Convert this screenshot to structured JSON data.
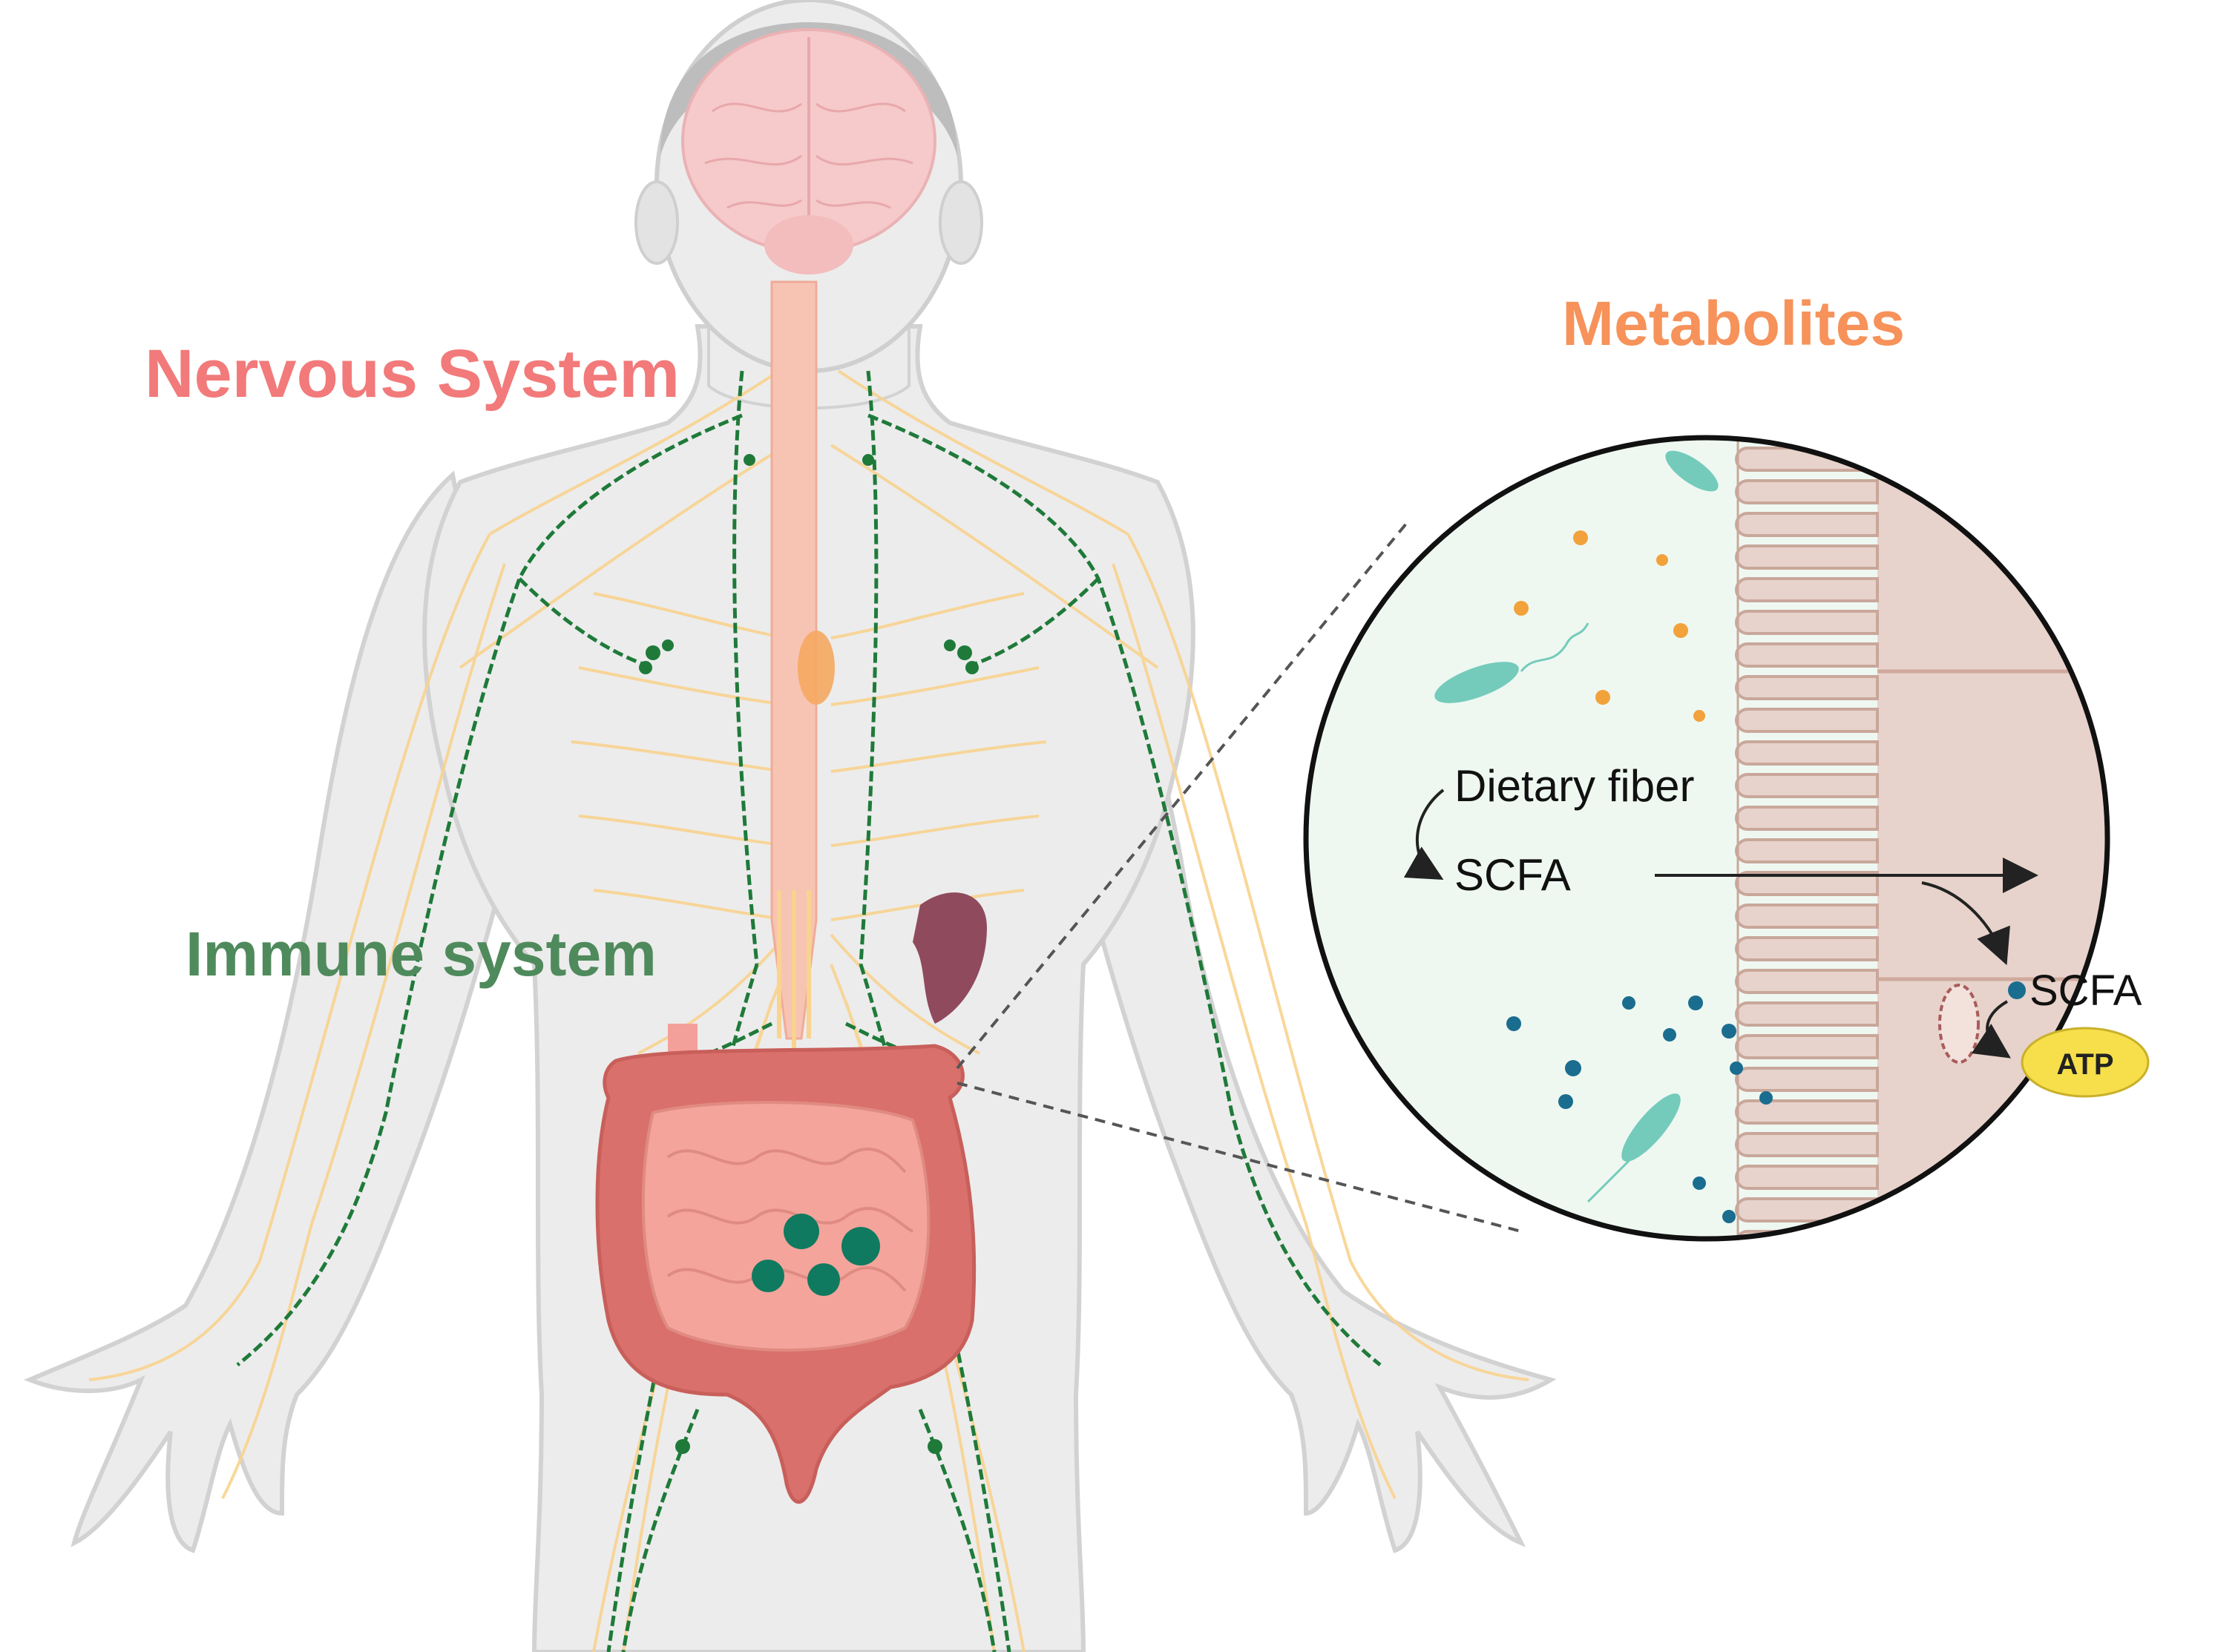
{
  "labels": {
    "nervous_system": "Nervous System",
    "immune_system": "Immune system",
    "metabolites": "Metabolites"
  },
  "inset": {
    "dietary_fiber": "Dietary fiber",
    "scfa_lumen": "SCFA",
    "scfa_cell": "SCFA",
    "atp": "ATP"
  },
  "colors": {
    "nervous_label": "#f27a7a",
    "immune_label": "#4f8a5c",
    "metabolites_label": "#f6925a",
    "body_fill": "#ececec",
    "body_outline": "#d2d2d2",
    "brain": "#f6c9ca",
    "spinal_cord": "#f7c4b4",
    "nerves": "#f9d38f",
    "lymph": "#1f7a3a",
    "intestine": "#e98c84",
    "colon": "#d9706b",
    "spleen": "#8f4a5e",
    "lymph_nodes": "#0f7a5f",
    "lumen_bg": "#eef8f1",
    "epithelium": "#e7d3cb",
    "villus_edge": "#c9a79b",
    "bacteria": "#74cbbb",
    "scfa_dots": "#1a6d8f",
    "fiber_dots": "#f2a23a",
    "atp_fill": "#f6df4a"
  }
}
